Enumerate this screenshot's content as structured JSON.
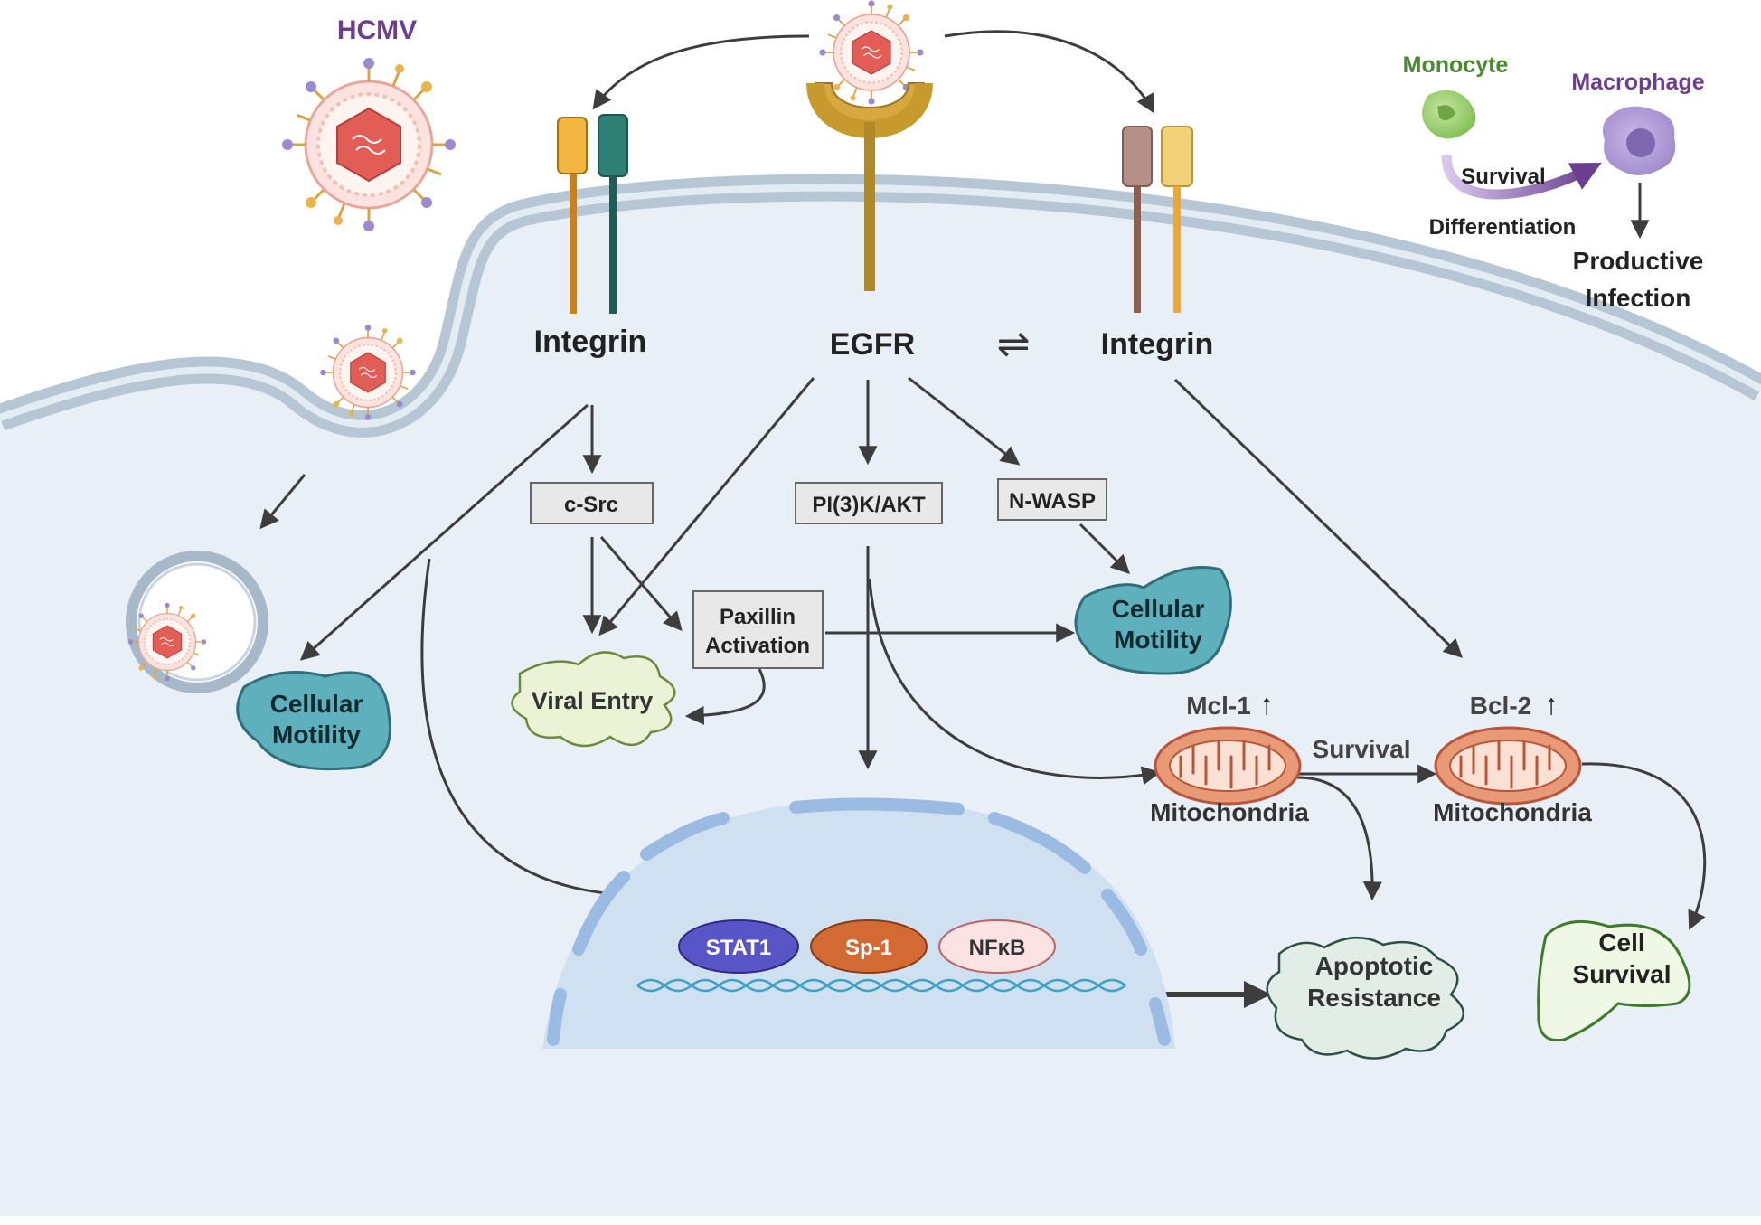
{
  "labels": {
    "hcmv": "HCMV",
    "integrin_left": "Integrin",
    "egfr": "EGFR",
    "integrin_right": "Integrin",
    "csrc": "c-Src",
    "pi3k": "PI(3)K/AKT",
    "nwasp": "N-WASP",
    "paxillin_line1": "Paxillin",
    "paxillin_line2": "Activation",
    "viral_entry": "Viral Entry",
    "motility_left_1": "Cellular",
    "motility_left_2": "Motility",
    "motility_mid_1": "Cellular",
    "motility_mid_2": "Motility",
    "mcl1": "Mcl-1",
    "bcl2": "Bcl-2",
    "survival_mid": "Survival",
    "mito_left": "Mitochondria",
    "mito_right": "Mitochondria",
    "stat1": "STAT1",
    "sp1": "Sp-1",
    "nfkb": "NFκB",
    "apoptotic_1": "Apoptotic",
    "apoptotic_2": "Resistance",
    "cell_survival_1": "Cell",
    "cell_survival_2": "Survival",
    "monocyte": "Monocyte",
    "macrophage": "Macrophage",
    "inset_survival": "Survival",
    "inset_differentiation": "Differentiation",
    "productive_1": "Productive",
    "productive_2": "Infection",
    "up_arrow": "↑",
    "equilibrium": "⇌"
  },
  "colors": {
    "hcmv_purple": "#6b3f8f",
    "monocyte_green": "#4c8a2e",
    "cytoplasm": "#e9eff6",
    "membrane": "#b6c6d5",
    "nucleus": "#cfe0f1",
    "nuclear_envelope": "#9bbbe3",
    "teal_blob": "#5fb0bd",
    "viral_entry_fill": "#eaf3d6",
    "apoptotic_fill": "#e2ede8",
    "cell_survival_fill": "#eef8e4",
    "stat1": "#5a55c6",
    "sp1": "#d46a33",
    "nfkb": "#fbe3e3",
    "mitochondria": "#e89a77",
    "egfr_gold": "#c79a2d",
    "arrow": "#3d3d3d"
  }
}
